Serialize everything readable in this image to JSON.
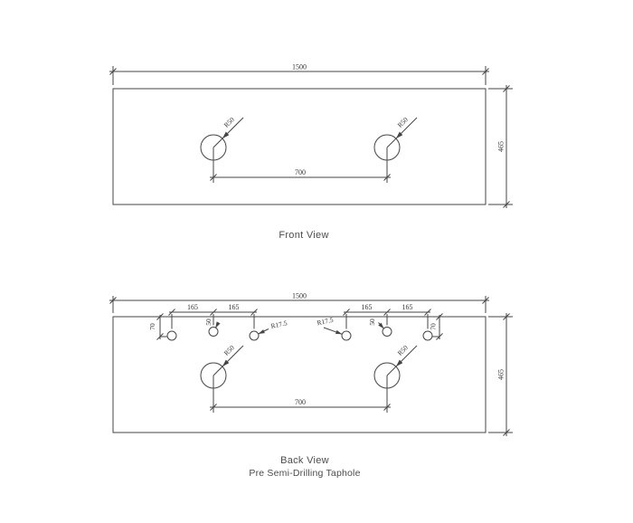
{
  "meta": {
    "background_color": "#ffffff",
    "line_color": "#454545",
    "text_color": "#353535"
  },
  "front_view": {
    "title": "Front View",
    "width_dim": "1500",
    "height_dim": "465",
    "spacing_dim": "700",
    "left_hole_radius": "R50",
    "right_hole_radius": "R50"
  },
  "back_view": {
    "title": "Back View",
    "subtitle": "Pre Semi-Drilling Taphole",
    "width_dim": "1500",
    "height_dim": "465",
    "spacing_dim": "700",
    "left_hole_radius": "R50",
    "right_hole_radius": "R50",
    "left_cluster": {
      "span1": "165",
      "span2": "165",
      "edge_offset": "70",
      "center_offset": "50",
      "pilot_radius": "R17.5"
    },
    "right_cluster": {
      "span1": "165",
      "span2": "165",
      "edge_offset": "70",
      "center_offset": "50",
      "pilot_radius": "R17.5"
    }
  }
}
